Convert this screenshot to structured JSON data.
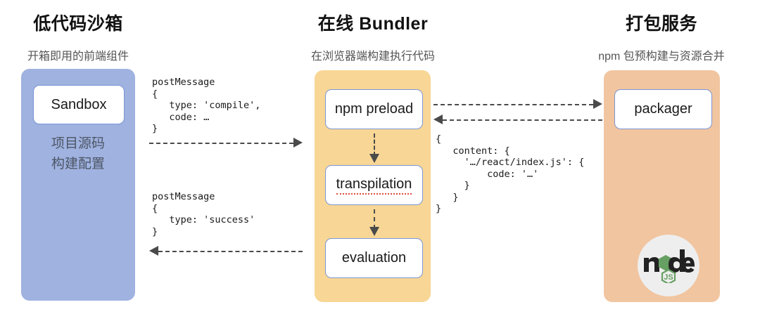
{
  "columns": [
    {
      "id": "sandbox",
      "title": "低代码沙箱",
      "subtitle": "开箱即用的前端组件",
      "panel_color": "#9fb2e0",
      "nodes": [
        {
          "label": "Sandbox"
        }
      ],
      "captions": [
        "项目源码",
        "构建配置"
      ]
    },
    {
      "id": "bundler",
      "title": "在线 Bundler",
      "subtitle": "在浏览器端构建执行代码",
      "panel_color": "#f8d695",
      "nodes": [
        {
          "label": "npm preload"
        },
        {
          "label": "transpilation"
        },
        {
          "label": "evaluation"
        }
      ]
    },
    {
      "id": "packager",
      "title": "打包服务",
      "subtitle": "npm 包预构建与资源合并",
      "panel_color": "#f1c5a0",
      "nodes": [
        {
          "label": "packager"
        }
      ],
      "logo": "nodejs-logo"
    }
  ],
  "code_snippets": {
    "compile": "postMessage\n{\n   type: 'compile',\n   code: …\n}",
    "success": "postMessage\n{\n   type: 'success'\n}",
    "content": "{\n   content: {\n     '…/react/index.js': {\n         code: '…'\n     }\n   }\n}"
  },
  "connectors": [
    {
      "id": "compile-request",
      "from": "sandbox",
      "to": "bundler",
      "direction": "right",
      "style": "dashed"
    },
    {
      "id": "success-response",
      "from": "bundler",
      "to": "sandbox",
      "direction": "left",
      "style": "dashed"
    },
    {
      "id": "packager-request",
      "from": "bundler",
      "to": "packager",
      "direction": "right",
      "style": "dashed"
    },
    {
      "id": "packager-response",
      "from": "packager",
      "to": "bundler",
      "direction": "left",
      "style": "dashed"
    },
    {
      "id": "preload-to-transpilation",
      "from": "npm preload",
      "to": "transpilation",
      "direction": "down",
      "style": "dashed"
    },
    {
      "id": "transpilation-to-evaluation",
      "from": "transpilation",
      "to": "evaluation",
      "direction": "down",
      "style": "dashed"
    }
  ],
  "colors": {
    "sandbox_panel": "#9fb2e0",
    "bundler_panel": "#f8d695",
    "packager_panel": "#f1c5a0",
    "node_border": "#7b96d4",
    "connector": "#4a4a4a",
    "caption_text": "#4d5565",
    "subtitle_text": "#555555",
    "spellcheck_underline": "#e04a3a",
    "node_logo_green": "#67a063",
    "node_logo_dark": "#222222"
  }
}
